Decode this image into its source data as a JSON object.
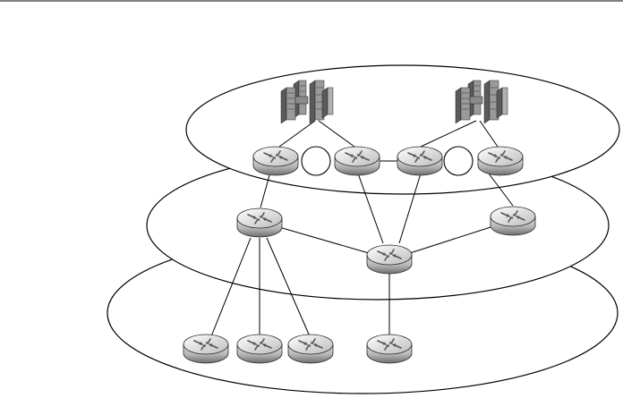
{
  "diagram": {
    "kind": "network-topology",
    "layers": [
      "bottom-layer",
      "middle-layer",
      "top-layer"
    ],
    "device_types": {
      "router": "router-icon",
      "switch": "switch-chassis-icon"
    },
    "colors": {
      "stroke": "#000000",
      "background": "#ffffff",
      "device_light": "#e6e6e6",
      "device_mid": "#b4b4b4",
      "device_dark": "#6e6e6e",
      "chassis_face": "#9a9a9a",
      "chassis_side": "#5a5a5a"
    }
  }
}
